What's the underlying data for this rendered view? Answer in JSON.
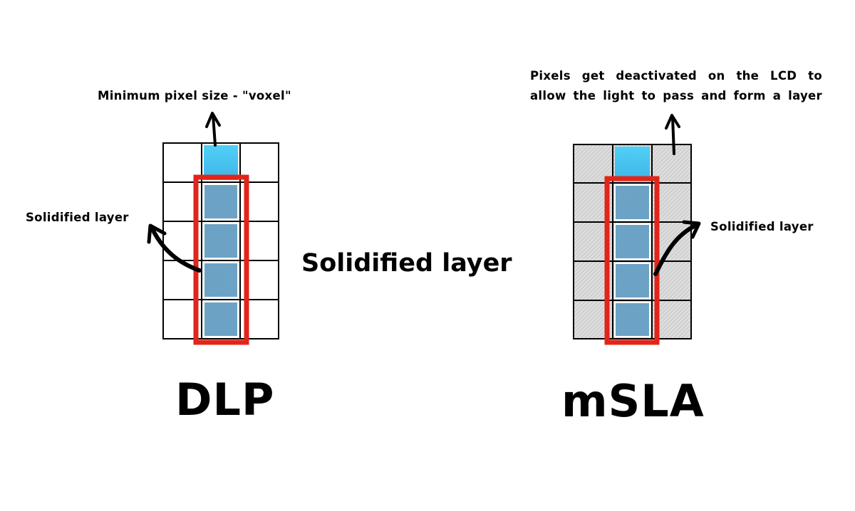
{
  "colors": {
    "background": "#ffffff",
    "grid_line": "#000000",
    "voxel_blue": "#4ec8f0",
    "solid_blue": "#6fa6c8",
    "highlight_red": "#e1251b",
    "deactivated_gray": "#d9d9d9"
  },
  "dlp": {
    "title": "DLP",
    "voxel_label": "Minimum pixel size - \"voxel\"",
    "layer_label": "Solidified layer",
    "grid": {
      "rows": 5,
      "cols": 3,
      "active_col": 2
    }
  },
  "center_label": "Solidified layer",
  "msla": {
    "title": "mSLA",
    "note_line1": "Pixels get deactivated on the LCD to",
    "note_line2": "allow the light to pass and form a layer",
    "layer_label": "Solidified layer",
    "grid": {
      "rows": 5,
      "cols": 3,
      "active_col": 2
    }
  },
  "icons": [
    "arrow-up-icon",
    "curved-arrow-icon"
  ]
}
